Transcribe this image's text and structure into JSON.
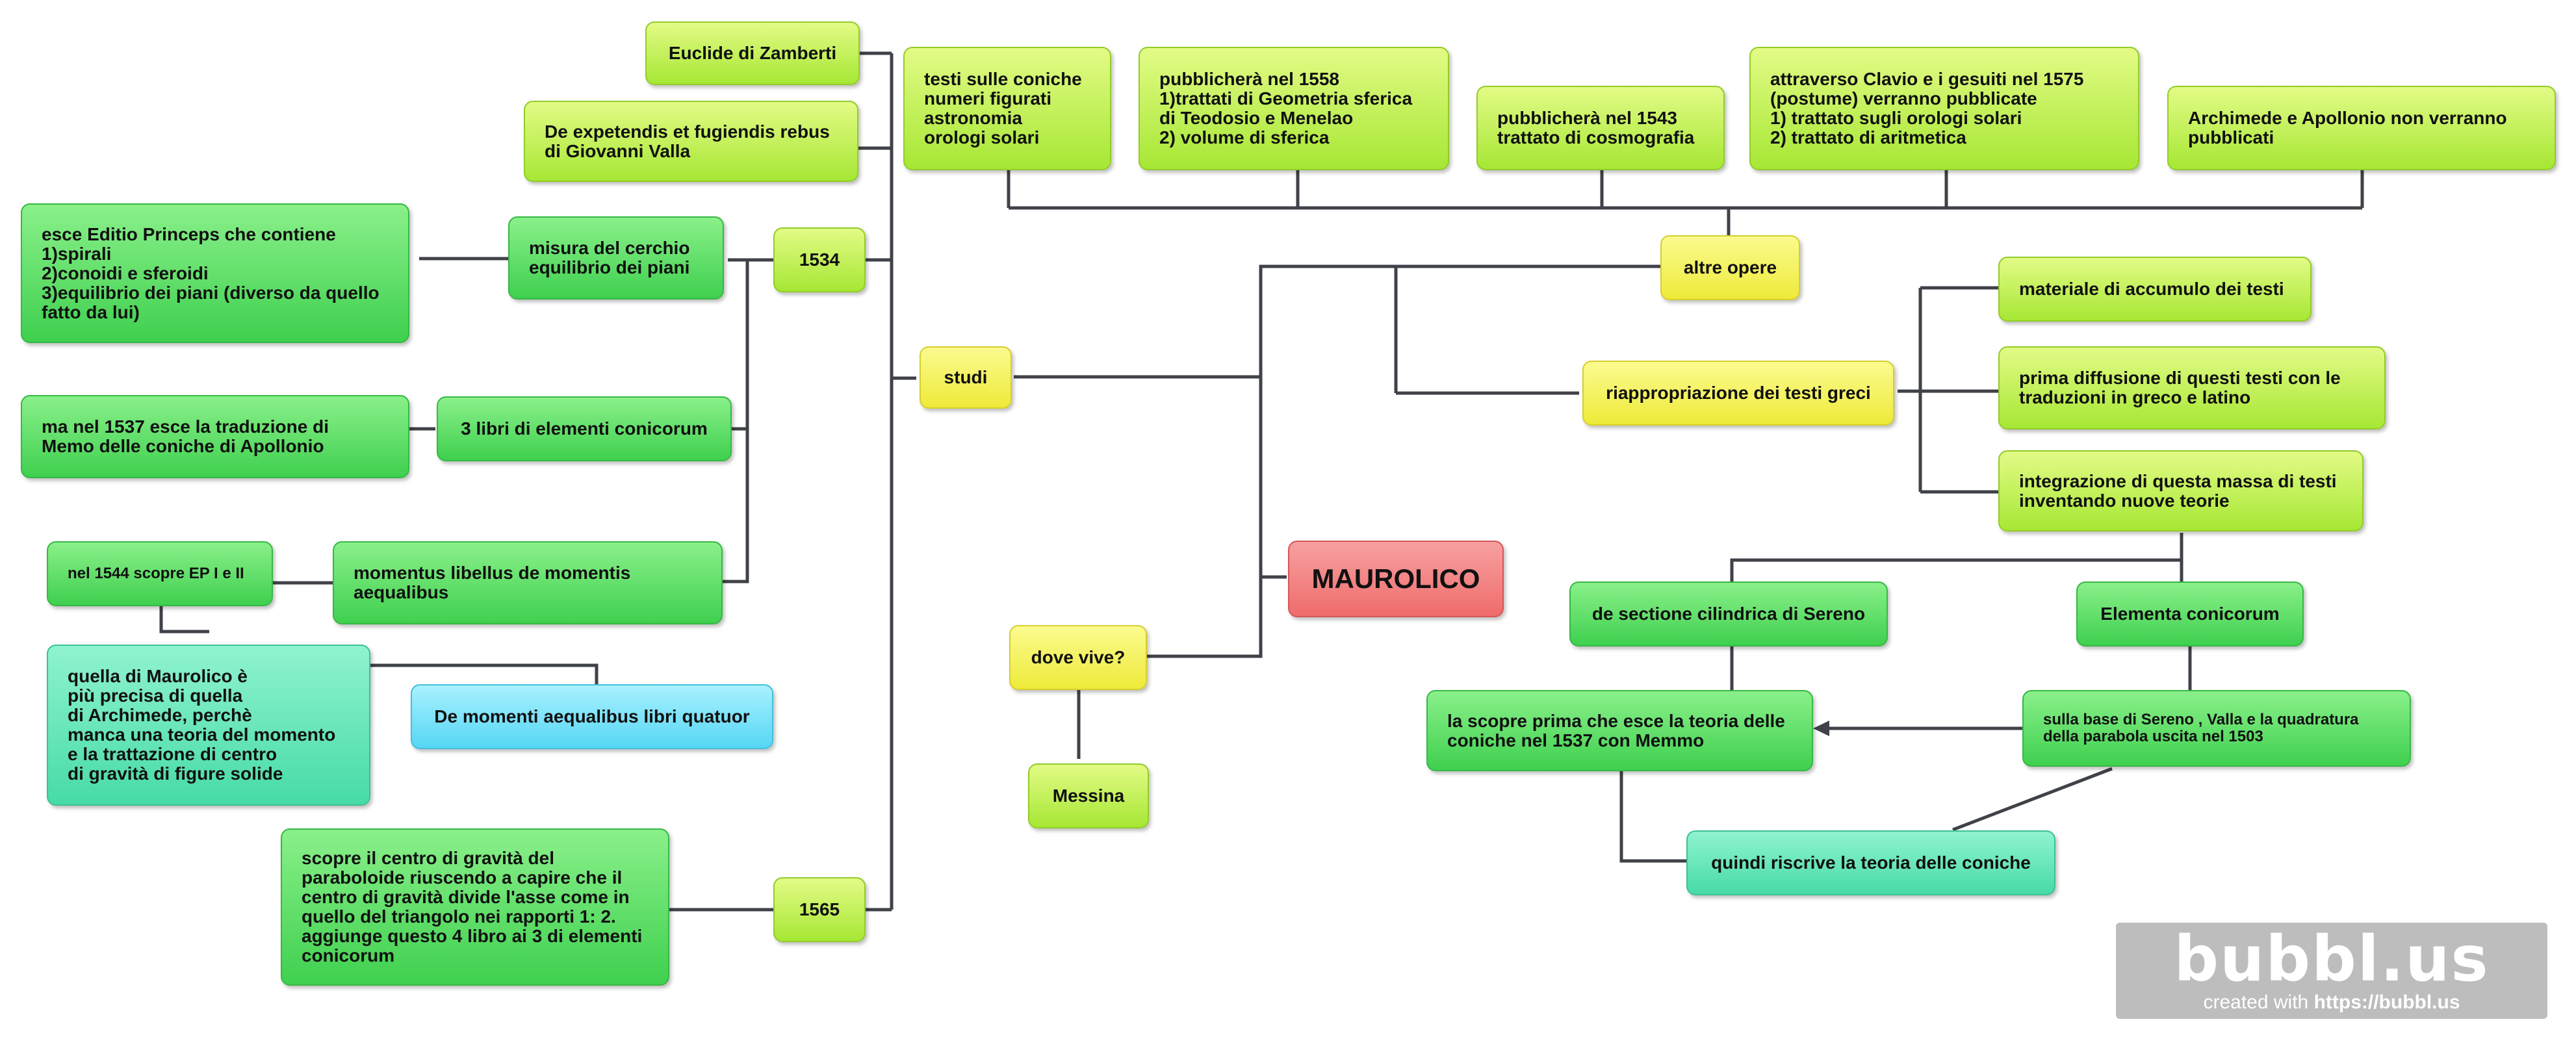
{
  "nodes": {
    "maurolico": "MAUROLICO",
    "studi": "studi",
    "dove_vive": "dove vive?",
    "messina": "Messina",
    "altre_opere": "altre opere",
    "riappropriazione": "riappropriazione dei testi greci",
    "materiale": "materiale di accumulo dei testi",
    "prima_diffusione": "prima diffusione di questi testi con le\ntraduzioni in greco e latino",
    "integrazione": "integrazione di questa massa di testi\ninventando nuove teorie",
    "de_sectione": "de sectione cilindrica di Sereno",
    "elementa": "Elementa conicorum",
    "la_scopre": "la scopre prima che esce la teoria delle\nconiche nel 1537 con Memmo",
    "sulla_base": "sulla base di Sereno , Valla e la quadratura\ndella parabola uscita nel 1503",
    "quindi": "quindi riscrive la teoria delle coniche",
    "euclide": "Euclide di Zamberti",
    "de_expetendis": "De expetendis et fugiendis rebus\ndi Giovanni Valla",
    "y1534": "1534",
    "y1565": "1565",
    "esce_editio": "esce Editio Princeps che contiene\n1)spirali\n2)conoidi e sferoidi\n3)equilibrio dei piani (diverso da quello\nfatto da lui)",
    "misura": "misura del cerchio\nequilibrio dei piani",
    "ma_nel_1537": "ma nel 1537 esce la traduzione di\nMemo delle coniche di Apollonio",
    "tre_libri": "3 libri di elementi conicorum",
    "nel_1544": "nel 1544 scopre EP I e II",
    "momentus": "momentus libellus de momentis\naequalibus",
    "quella": "quella di Maurolico è\n più precisa di quella\n di Archimede, perchè\nmanca una teoria del momento\ne la trattazione di centro\ndi gravità di figure solide",
    "de_momenti": "De momenti aequalibus libri quatuor",
    "scopre_centro": "scopre il centro di gravità del\nparaboloide riuscendo a capire che il\ncentro di gravità divide l'asse come in\nquello del triangolo nei rapporti 1: 2.\naggiunge questo 4 libro ai 3 di elementi\nconicorum",
    "testi_coniche": "testi sulle coniche\nnumeri figurati\nastronomia\norologi solari",
    "pubblichera_1558": "pubblicherà nel 1558\n1)trattati di Geometria sferica\ndi Teodosio e Menelao\n2) volume di sferica",
    "pubblichera_1543": "pubblicherà nel 1543\ntrattato di cosmografia",
    "attraverso_clavio": "attraverso Clavio e i gesuiti  nel 1575\n(postume) verranno pubblicate\n1) trattato sugli orologi solari\n2) trattato di aritmetica",
    "archimede": "Archimede e Apollonio non verranno\npubblicati"
  },
  "logo": {
    "word": "bubbl.us",
    "sub_prefix": "created with ",
    "sub_url": "https://bubbl.us"
  }
}
